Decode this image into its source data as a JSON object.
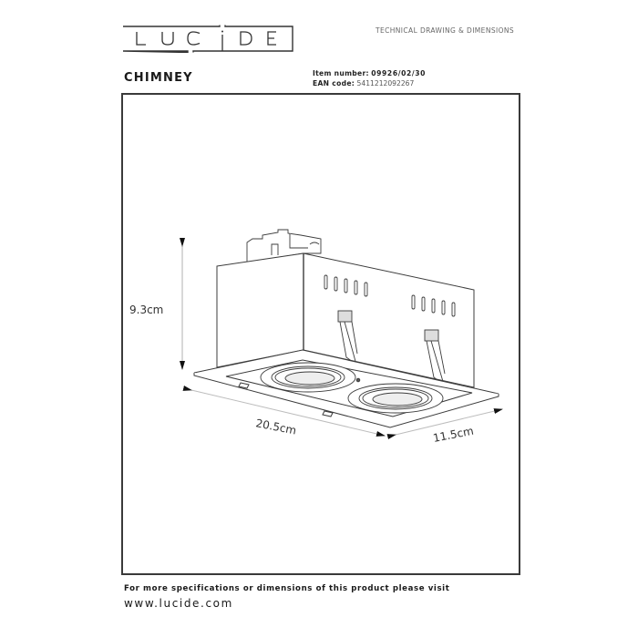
{
  "header": {
    "brand_letters": [
      "L",
      "U",
      "C",
      "I",
      "D",
      "E"
    ],
    "document_type": "TECHNICAL DRAWING & DIMENSIONS"
  },
  "product": {
    "name": "CHIMNEY",
    "item_number_label": "Item number:",
    "item_number": "09926/02/30",
    "ean_label": "EAN code:",
    "ean": "5411212092267"
  },
  "drawing": {
    "subject": "recessed double spotlight housing",
    "dimensions": {
      "height": "9.3cm",
      "length": "20.5cm",
      "width": "11.5cm"
    }
  },
  "footer": {
    "text": "For more specifications or dimensions of this product please visit",
    "url": "www.lucide.com"
  },
  "colors": {
    "frame": "#3a3a3a",
    "line": "#3c3c3c",
    "dimension_line": "#bdbdbd",
    "text_gray": "#666666"
  }
}
